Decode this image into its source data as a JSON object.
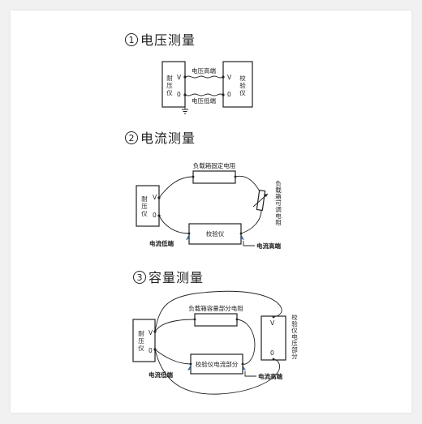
{
  "sections": [
    {
      "num": "1",
      "title": "电压测量",
      "left_box": [
        "耐",
        "压",
        "仪"
      ],
      "right_box": [
        "校",
        "验",
        "仪"
      ],
      "v_pin": "V",
      "zero_pin": "0",
      "top_wire_label": "电压高端",
      "bottom_wire_label": "电压低端"
    },
    {
      "num": "2",
      "title": "电流测量",
      "left_box": [
        "耐",
        "压",
        "仪"
      ],
      "v_pin": "V",
      "zero_pin": "0",
      "resistor_label": "负载箱固定电阻",
      "variable_resistor_label": [
        "负",
        "载",
        "箱",
        "可",
        "调",
        "电",
        "阻"
      ],
      "meter_label": "校验仪",
      "low_label": "电流低端",
      "high_label": "电流高端"
    },
    {
      "num": "3",
      "title": "容量测量",
      "left_box": [
        "耐",
        "压",
        "仪"
      ],
      "v_pin": "V",
      "zero_pin": "0",
      "resistor_label": "负载箱容量部分电阻",
      "meter_label": "校验仪电流部分",
      "right_box_v": "V",
      "right_box_zero": "0",
      "right_box_label": [
        "校",
        "验",
        "仪",
        "电",
        "压",
        "部",
        "分"
      ],
      "low_label": "电流低端",
      "high_label": "电流高端"
    }
  ],
  "colors": {
    "marker": "#2f6fb0",
    "line": "#222222"
  }
}
